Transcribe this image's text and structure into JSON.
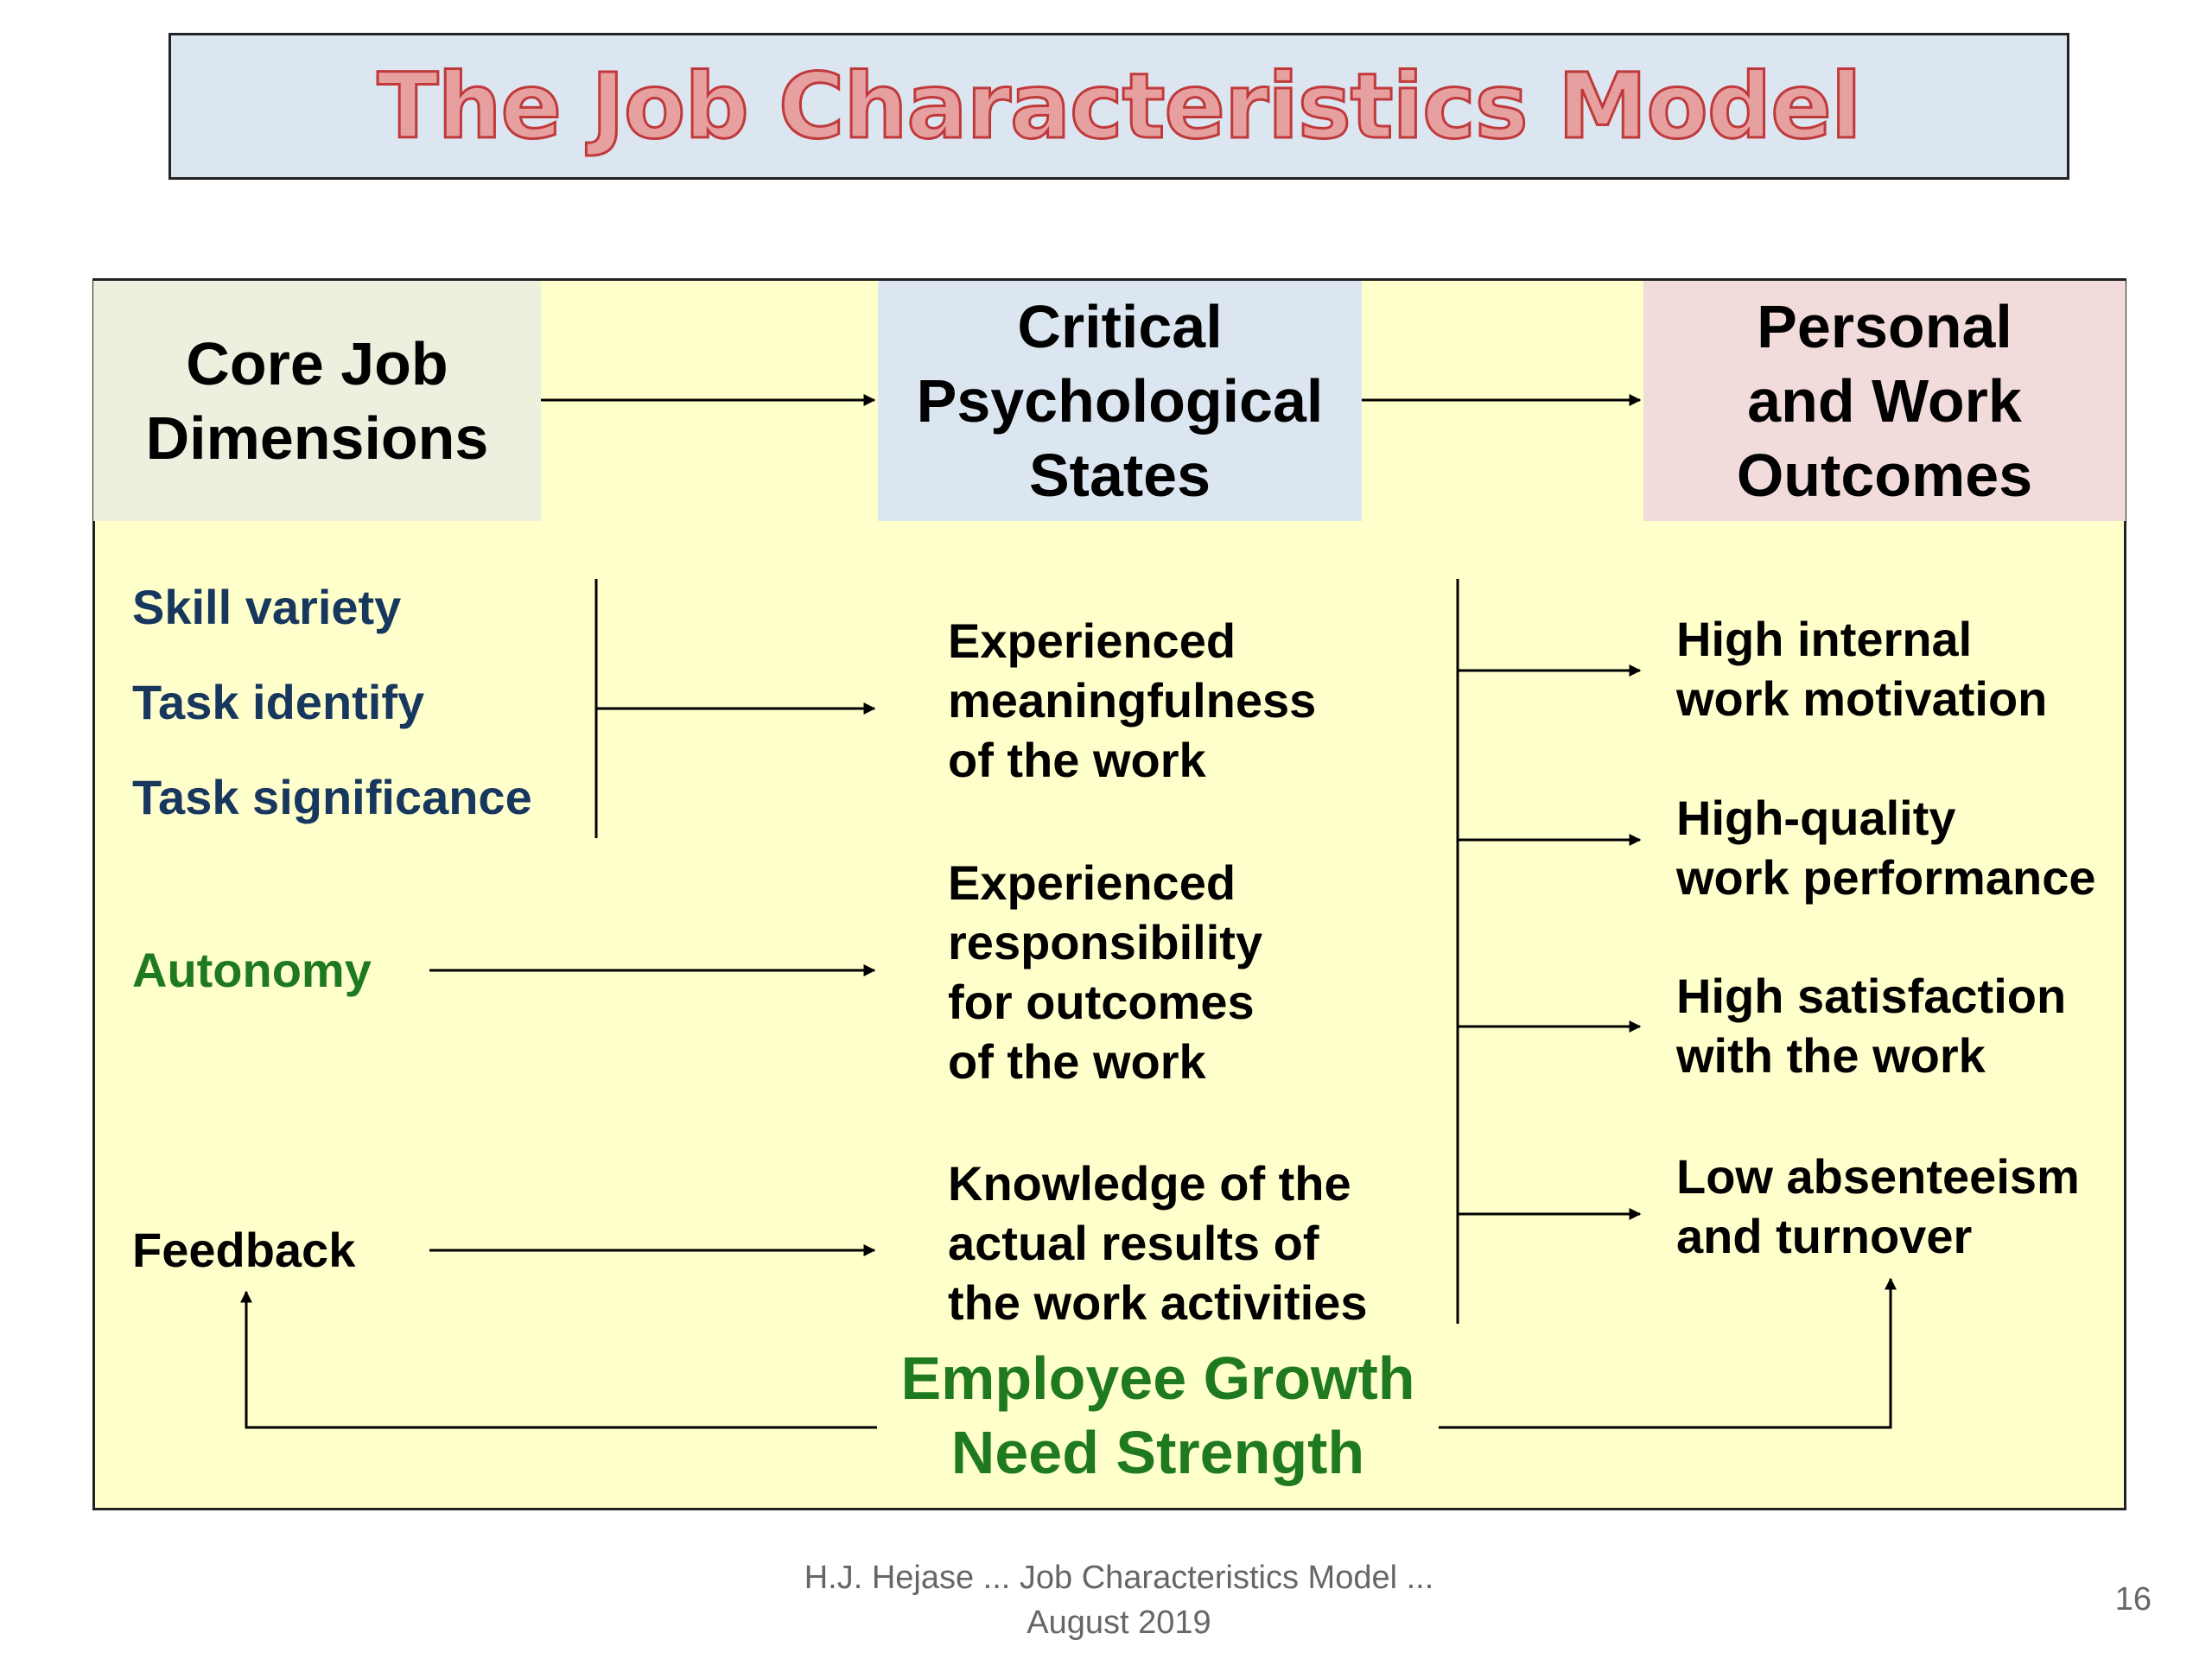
{
  "title": "The Job Characteristics Model",
  "headers": {
    "core": "Core Job\nDimensions",
    "critical": "Critical\nPsychological\nStates",
    "outcomes": "Personal\nand Work\nOutcomes"
  },
  "dimensions": {
    "skill_variety": "Skill variety",
    "task_identify": "Task identify",
    "task_significance": "Task significance",
    "autonomy": "Autonomy",
    "feedback": "Feedback"
  },
  "states": {
    "meaningfulness": "Experienced\nmeaningfulness\nof the work",
    "responsibility": "Experienced\nresponsibility\nfor outcomes\nof the work",
    "knowledge": "Knowledge of the\nactual results of\nthe work activities"
  },
  "outcomes": {
    "motivation": "High internal\nwork motivation",
    "performance": "High-quality\nwork performance",
    "satisfaction": "High satisfaction\nwith the work",
    "absenteeism": "Low absenteeism\nand turnover"
  },
  "moderator": "Employee Growth\nNeed Strength",
  "footer": {
    "citation": "H.J. Hejase ... Job Characteristics Model ...\nAugust 2019",
    "page_number": "16"
  },
  "colors": {
    "title_fill": "#e6a0a0",
    "title_stroke": "#c0393b",
    "panel_bg": "#ffffcc",
    "core_header_bg": "#ebf1de",
    "critical_header_bg": "#dce6f1",
    "outcomes_header_bg": "#f2dcdb",
    "dimension_blue": "#17375e",
    "dimension_green": "#1f7a1f"
  }
}
